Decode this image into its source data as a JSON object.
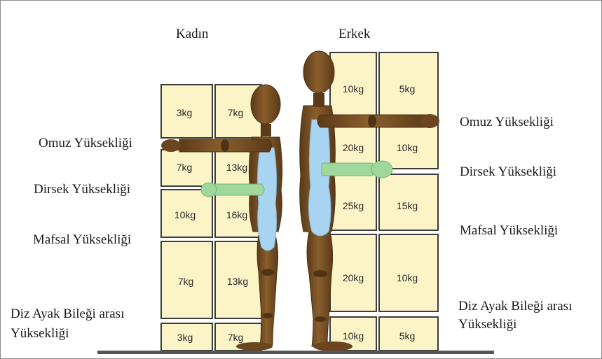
{
  "titles": {
    "female": "Kadın",
    "male": "Erkek"
  },
  "left_labels": {
    "shoulder": "Omuz Yüksekliği",
    "elbow": "Dirsek Yüksekliği",
    "knuckle": "Mafsal Yüksekliği",
    "knee_ankle_line1": "Diz Ayak Bileği  arası",
    "knee_ankle_line2": "Yüksekliği"
  },
  "right_labels": {
    "shoulder": "Omuz Yüksekliği",
    "elbow": "Dirsek Yüksekliği",
    "knuckle": "Mafsal Yüksekliği",
    "knee_ankle_line1": "Diz Ayak Bileği  arası",
    "knee_ankle_line2": "Yüksekliği"
  },
  "female_loads": {
    "shoulder_zone": [
      "3kg",
      "7kg"
    ],
    "elbow_zone": [
      "7kg",
      "13kg"
    ],
    "knuckle_zone": [
      "10kg",
      "16kg"
    ],
    "thigh_zone": [
      "7kg",
      "13kg"
    ],
    "knee_ankle_zone": [
      "3kg",
      "7kg"
    ]
  },
  "male_loads": {
    "above_shoulder": [
      "10kg",
      "5kg"
    ],
    "shoulder_elbow": [
      "20kg",
      "10kg"
    ],
    "elbow_knuckle": [
      "25kg",
      "15kg"
    ],
    "thigh_zone": [
      "20kg",
      "10kg"
    ],
    "knee_ankle_zone": [
      "10kg",
      "5kg"
    ]
  },
  "colors": {
    "box_fill": "#fbf4c7",
    "box_border": "#3d3d3d",
    "wood": "#7a5226",
    "wood_dark": "#4e3315",
    "highlight_blue": "#a8d4f2",
    "highlight_green": "#9fd79c",
    "floor": "#555555"
  }
}
